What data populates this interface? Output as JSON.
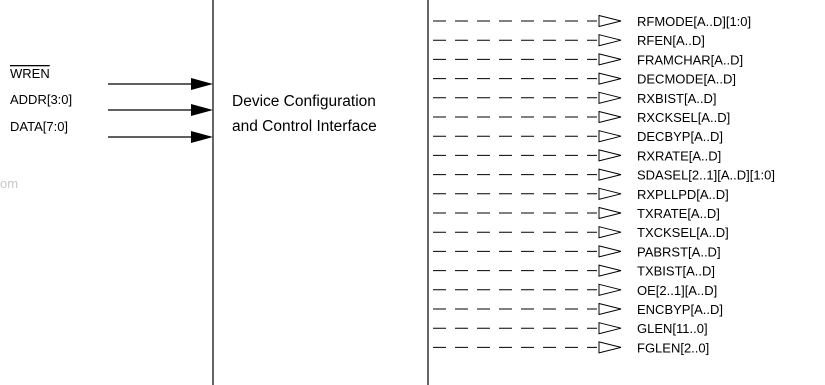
{
  "block": {
    "line1": "Device Configuration",
    "line2": "and Control Interface"
  },
  "inputs": [
    {
      "label": "WREN",
      "overline": true
    },
    {
      "label": "ADDR[3:0]",
      "overline": false
    },
    {
      "label": "DATA[7:0]",
      "overline": false
    }
  ],
  "outputs": [
    "RFMODE[A..D][1:0]",
    "RFEN[A..D]",
    "FRAMCHAR[A..D]",
    "DECMODE[A..D]",
    "RXBIST[A..D]",
    "RXCKSEL[A..D]",
    "DECBYP[A..D]",
    "RXRATE[A..D]",
    "SDASEL[2..1][A..D][1:0]",
    "RXPLLPD[A..D]",
    "TXRATE[A..D]",
    "TXCKSEL[A..D]",
    "PABRST[A..D]",
    "TXBIST[A..D]",
    "OE[2..1][A..D]",
    "ENCBYP[A..D]",
    "GLEN[11..0]",
    "FGLEN[2..0]"
  ],
  "watermark": "om",
  "colors": {
    "line": "#000000",
    "watermark": "#c8c8c8"
  }
}
